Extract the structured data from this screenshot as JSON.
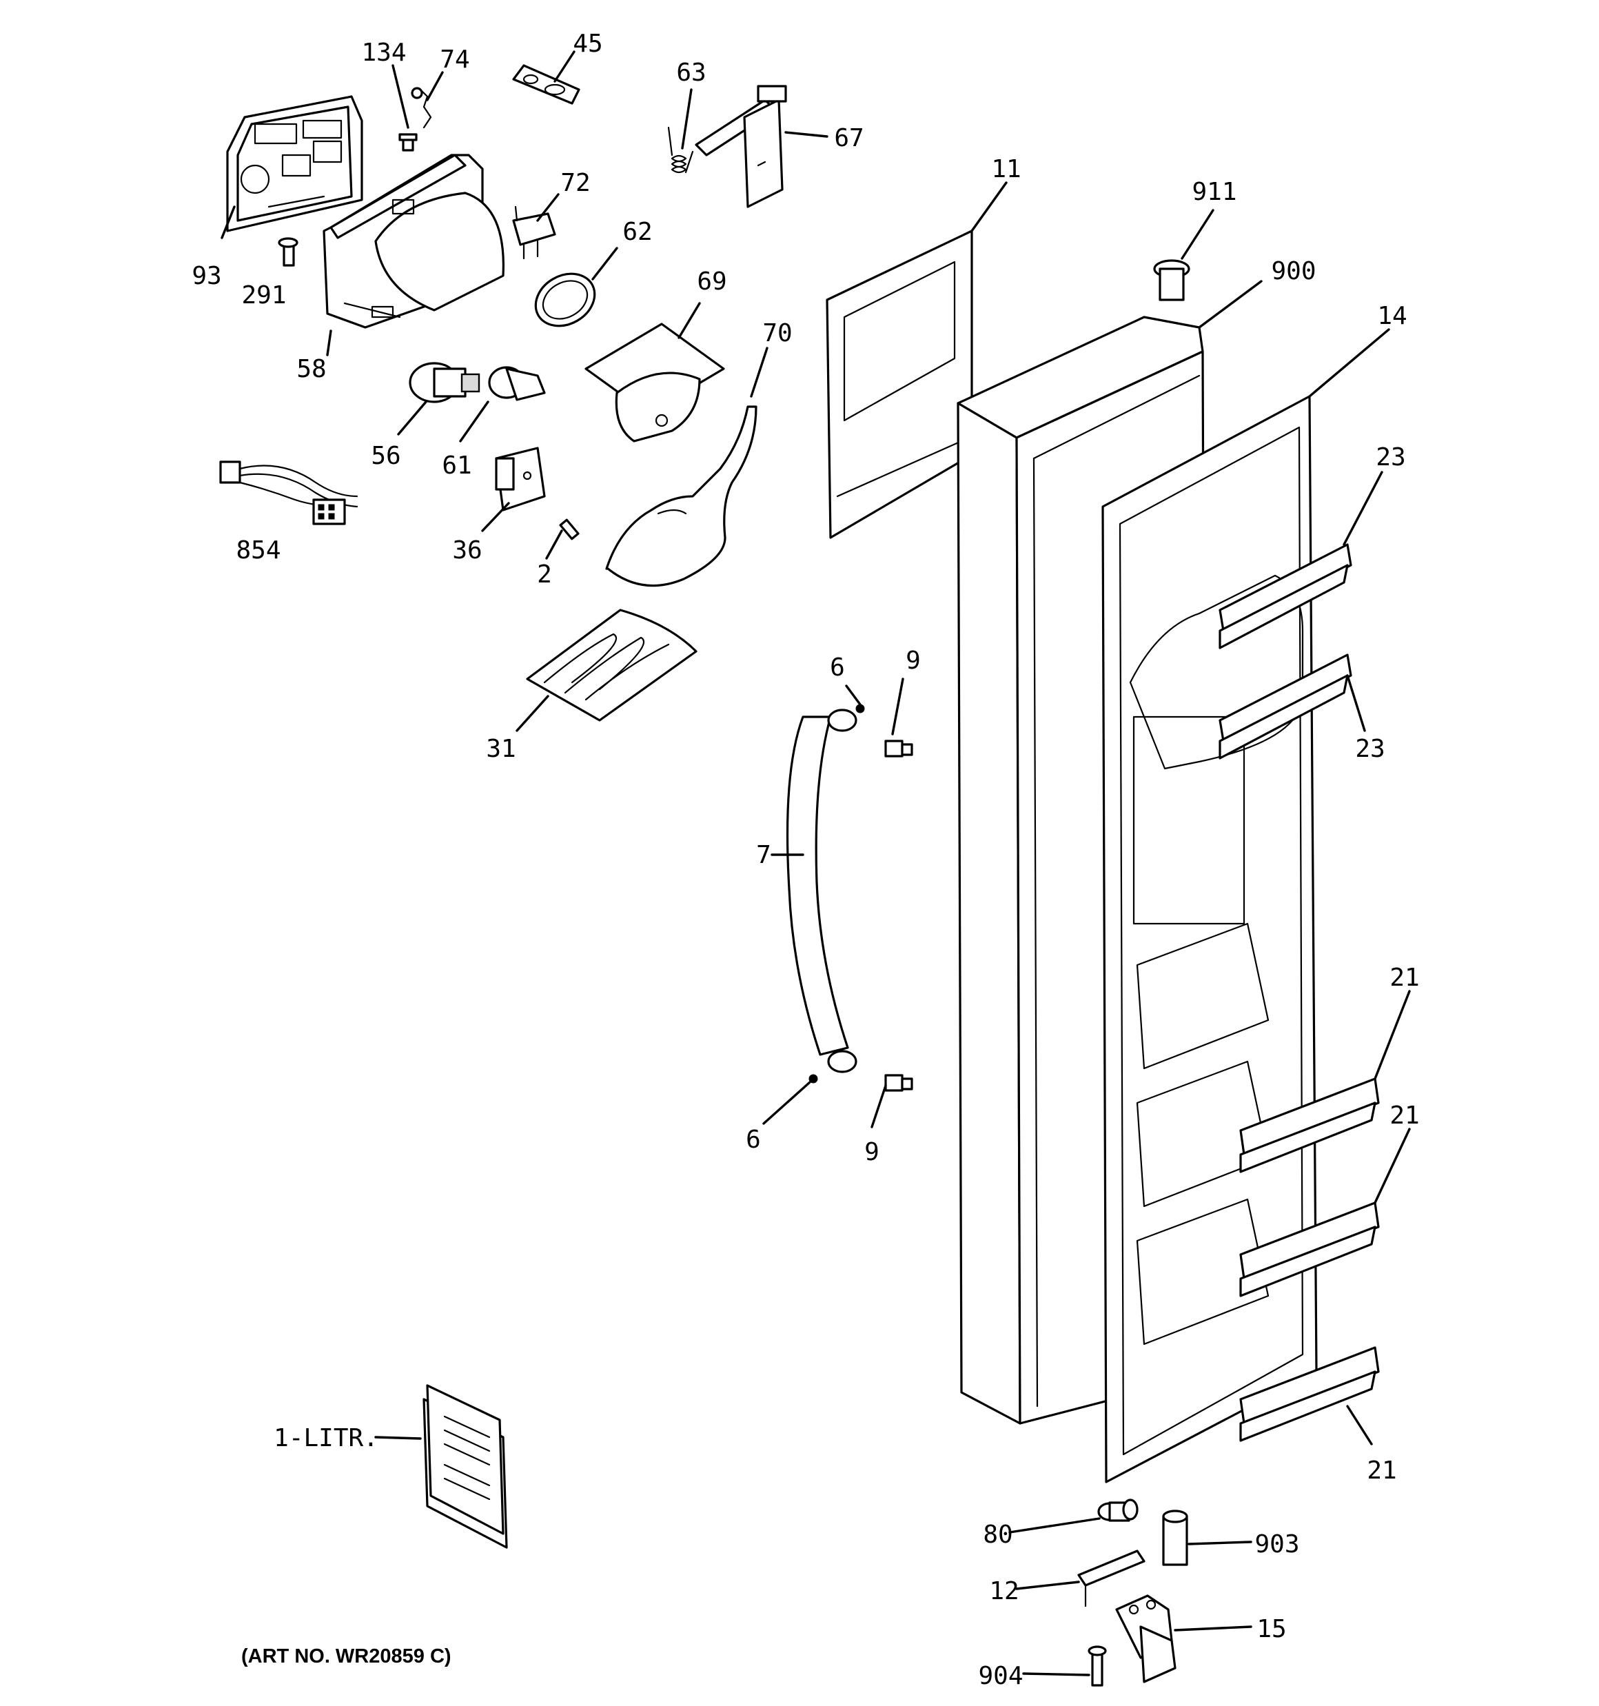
{
  "diagram": {
    "art_number": "(ART NO. WR20859 C)",
    "callouts": [
      {
        "id": "c134",
        "text": "134"
      },
      {
        "id": "c74",
        "text": "74"
      },
      {
        "id": "c45",
        "text": "45"
      },
      {
        "id": "c63",
        "text": "63"
      },
      {
        "id": "c67",
        "text": "67"
      },
      {
        "id": "c11",
        "text": "11"
      },
      {
        "id": "c911",
        "text": "911"
      },
      {
        "id": "c72",
        "text": "72"
      },
      {
        "id": "c62",
        "text": "62"
      },
      {
        "id": "c93",
        "text": "93"
      },
      {
        "id": "c291",
        "text": "291"
      },
      {
        "id": "c900",
        "text": "900"
      },
      {
        "id": "c14",
        "text": "14"
      },
      {
        "id": "c69",
        "text": "69"
      },
      {
        "id": "c70",
        "text": "70"
      },
      {
        "id": "c58",
        "text": "58"
      },
      {
        "id": "c56",
        "text": "56"
      },
      {
        "id": "c61",
        "text": "61"
      },
      {
        "id": "c23a",
        "text": "23"
      },
      {
        "id": "c854",
        "text": "854"
      },
      {
        "id": "c36",
        "text": "36"
      },
      {
        "id": "c2",
        "text": "2"
      },
      {
        "id": "c6a",
        "text": "6"
      },
      {
        "id": "c9a",
        "text": "9"
      },
      {
        "id": "c23b",
        "text": "23"
      },
      {
        "id": "c31",
        "text": "31"
      },
      {
        "id": "c7",
        "text": "7"
      },
      {
        "id": "c21a",
        "text": "21"
      },
      {
        "id": "c21b",
        "text": "21"
      },
      {
        "id": "c6b",
        "text": "6"
      },
      {
        "id": "c9b",
        "text": "9"
      },
      {
        "id": "c1litr",
        "text": "1-LITR."
      },
      {
        "id": "c21c",
        "text": "21"
      },
      {
        "id": "c80",
        "text": "80"
      },
      {
        "id": "c903",
        "text": "903"
      },
      {
        "id": "c12",
        "text": "12"
      },
      {
        "id": "c15",
        "text": "15"
      },
      {
        "id": "c904",
        "text": "904"
      }
    ]
  }
}
